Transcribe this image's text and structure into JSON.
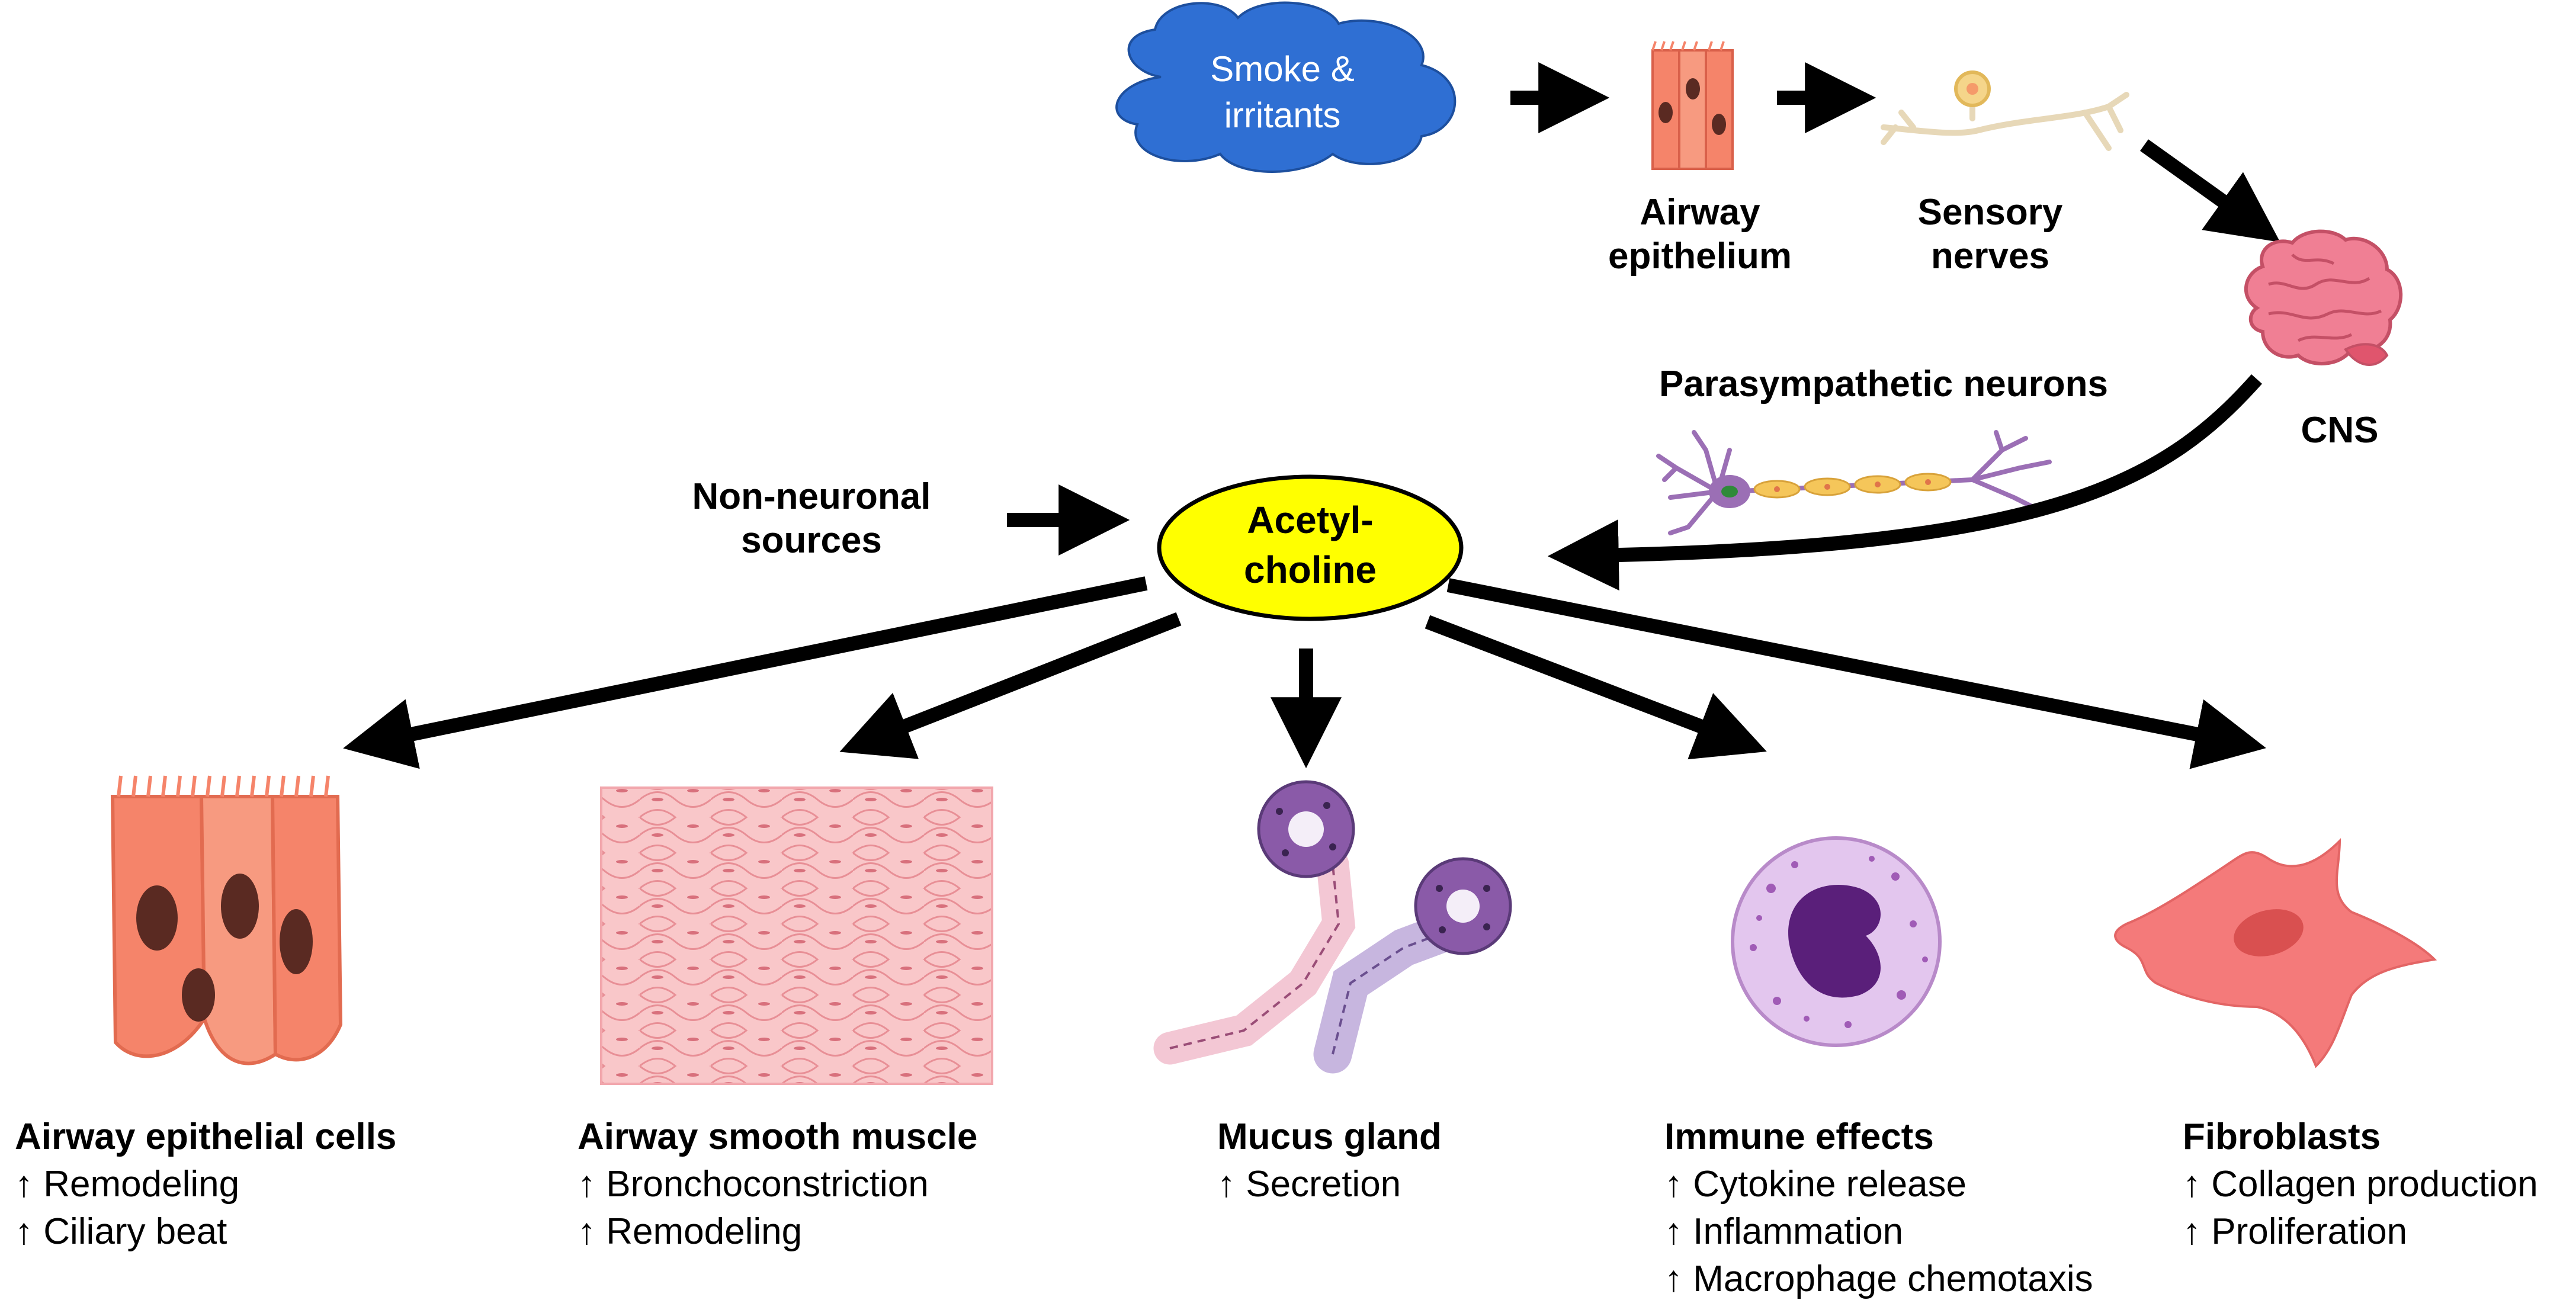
{
  "source": {
    "cloud_lines": [
      "Smoke &",
      "irritants"
    ],
    "epithelium_lines": [
      "Airway",
      "epithelium"
    ],
    "sensory_lines": [
      "Sensory",
      "nerves"
    ],
    "cns_label": "CNS",
    "parasympathetic_label": "Parasympathetic neurons",
    "non_neuronal_lines": [
      "Non-neuronal",
      "sources"
    ]
  },
  "center": {
    "lines": [
      "Acetyl-",
      "choline"
    ],
    "fill_color": "#ffff00"
  },
  "targets": [
    {
      "title": "Airway epithelial cells",
      "items": [
        "↑ Remodeling",
        "↑ Ciliary beat"
      ]
    },
    {
      "title": "Airway smooth muscle",
      "items": [
        "↑ Bronchoconstriction",
        "↑ Remodeling"
      ]
    },
    {
      "title": "Mucus gland",
      "items": [
        "↑ Secretion"
      ]
    },
    {
      "title": "Immune effects",
      "items": [
        "↑ Cytokine release",
        "↑ Inflammation",
        "↑ Macrophage chemotaxis"
      ]
    },
    {
      "title": "Fibroblasts",
      "items": [
        "↑ Collagen production",
        "↑ Proliferation"
      ]
    }
  ],
  "colors": {
    "cloud": "#2f6fd3",
    "epithelial": "#f5846a",
    "smooth_muscle": "#f7b9bd",
    "gland": "#8a5aa8",
    "immune": "#c48cd6",
    "fibroblast": "#f47a7a",
    "brain": "#f07f94",
    "neuron": "#9b6fb5"
  }
}
